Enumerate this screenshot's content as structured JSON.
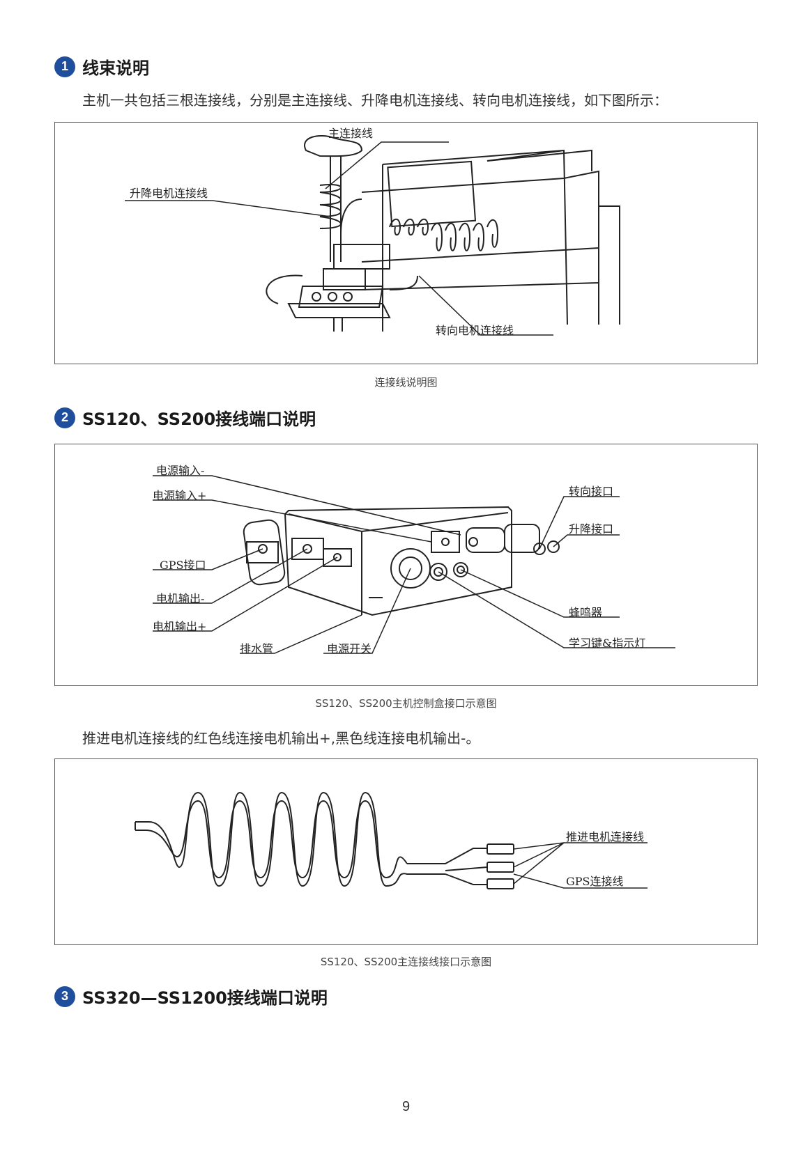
{
  "section1": {
    "num": "1",
    "title": "线束说明",
    "text": "主机一共包括三根连接线，分别是主连接线、升降电机连接线、转向电机连接线，如下图所示：",
    "labels": {
      "main": "主连接线",
      "lift": "升降电机连接线",
      "steer": "转向电机连接线"
    },
    "caption": "连接线说明图"
  },
  "section2": {
    "num": "2",
    "title": "SS120、SS200接线端口说明",
    "labels": {
      "pwr_neg": "电源输入-",
      "pwr_pos": "电源输入+",
      "gps": "GPS接口",
      "mot_neg": "电机输出-",
      "mot_pos": "电机输出+",
      "drain": "排水管",
      "switch": "电源开关",
      "steer_port": "转向接口",
      "lift_port": "升降接口",
      "buzzer": "蜂鸣器",
      "learn": "学习键&指示灯"
    },
    "caption": "SS120、SS200主机控制盒接口示意图",
    "text": "推进电机连接线的红色线连接电机输出+,黑色线连接电机输出-。",
    "labels2": {
      "motor_cable": "推进电机连接线",
      "gps_cable": "GPS连接线"
    },
    "caption2": "SS120、SS200主连接线接口示意图"
  },
  "section3": {
    "num": "3",
    "title": "SS320—SS1200接线端口说明"
  },
  "page_number": "9",
  "colors": {
    "badge": "#1f4e9c"
  }
}
